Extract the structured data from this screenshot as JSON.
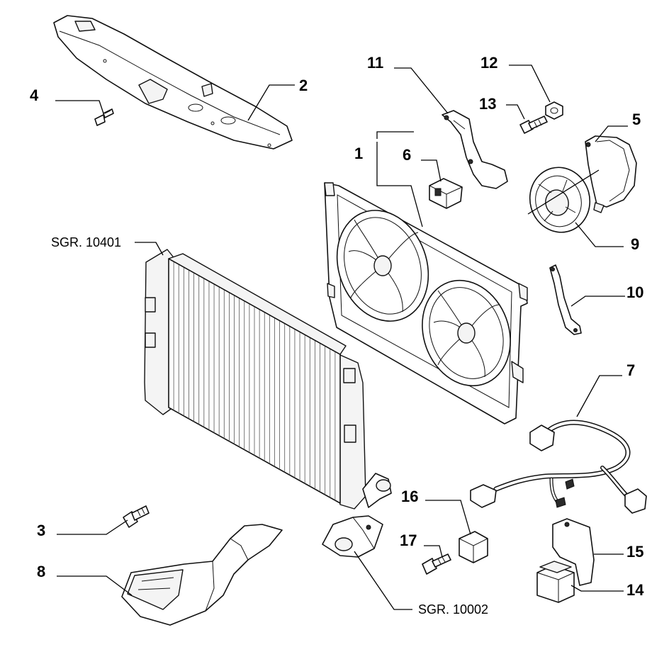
{
  "diagram": {
    "labels": {
      "item_1": "1",
      "item_2": "2",
      "item_3": "3",
      "item_4": "4",
      "item_5": "5",
      "item_6": "6",
      "item_7": "7",
      "item_8": "8",
      "item_9": "9",
      "item_10": "10",
      "item_11": "11",
      "item_12": "12",
      "item_13": "13",
      "item_14": "14",
      "item_15": "15",
      "item_16": "16",
      "item_17": "17",
      "ref_radiator": "SGR. 10401",
      "ref_bracket": "SGR. 10002"
    }
  }
}
